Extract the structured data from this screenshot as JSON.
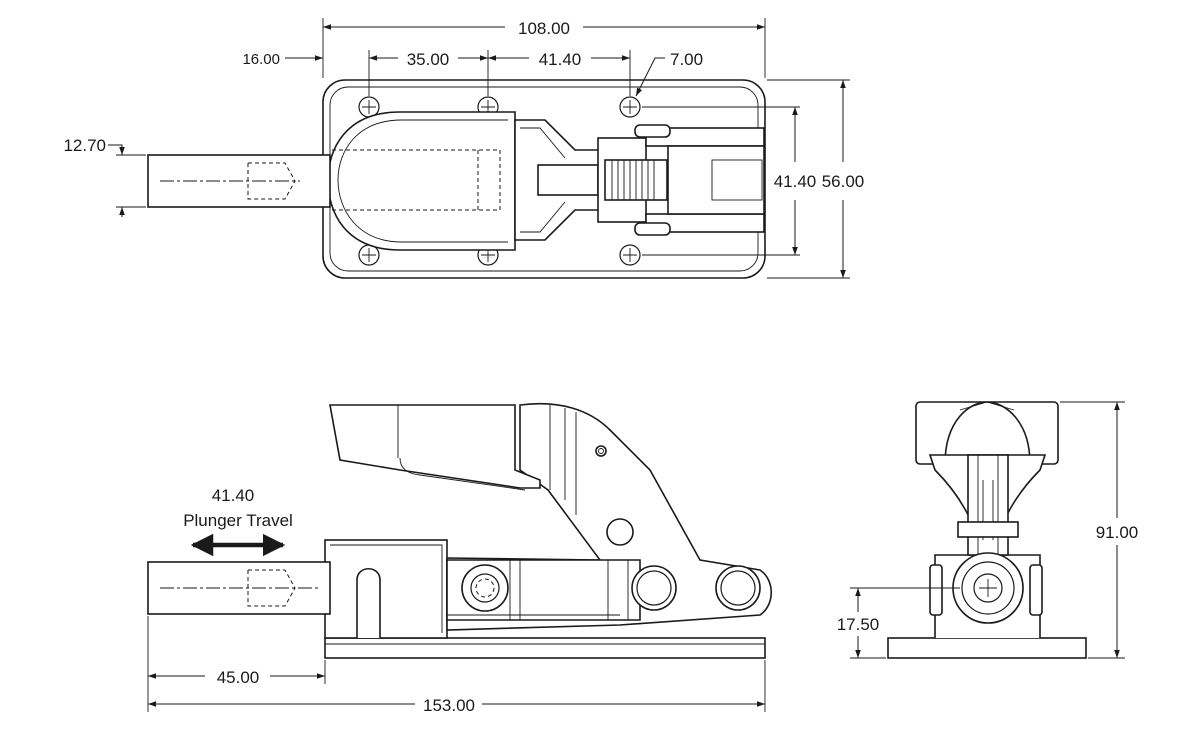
{
  "drawing": {
    "dimensions": {
      "overall_length_top": "108.00",
      "hole_offset": "16.00",
      "hole_spacing_a": "35.00",
      "hole_spacing_b": "41.40",
      "hole_diameter": "7.00",
      "plunger_diameter": "12.70",
      "hole_spacing_vertical": "41.40",
      "base_width": "56.00",
      "overall_height": "91.00",
      "center_height": "17.50",
      "plunger_extension": "45.00",
      "overall_length_side": "153.00"
    },
    "annotation": {
      "travel_value": "41.40",
      "travel_label": "Plunger Travel"
    }
  }
}
